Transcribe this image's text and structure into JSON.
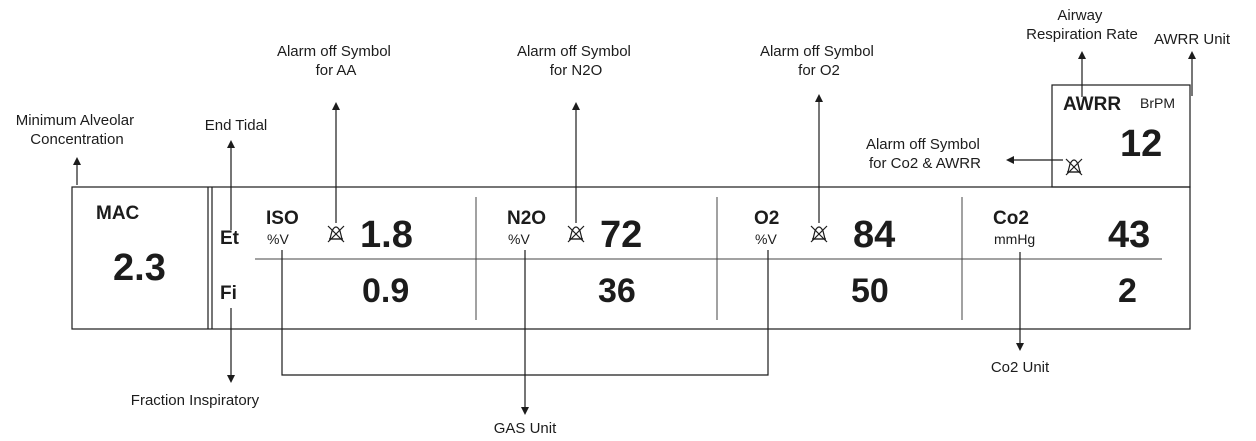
{
  "annotations": {
    "mac": [
      "Minimum Alveolar",
      "Concentration"
    ],
    "end_tidal": "End Tidal",
    "alarm_aa": [
      "Alarm off Symbol",
      "for AA"
    ],
    "alarm_n2o": [
      "Alarm off Symbol",
      "for N2O"
    ],
    "alarm_o2": [
      "Alarm off Symbol",
      "for O2"
    ],
    "airway_rate": [
      "Airway",
      "Respiration Rate"
    ],
    "awrr_unit": "AWRR Unit",
    "alarm_co2": [
      "Alarm off Symbol",
      "for Co2 & AWRR"
    ],
    "fraction_insp": "Fraction Inspiratory",
    "gas_unit": "GAS Unit",
    "co2_unit": "Co2 Unit"
  },
  "display": {
    "mac": {
      "label": "MAC",
      "value": "2.3"
    },
    "row_labels": {
      "et": "Et",
      "fi": "Fi"
    },
    "iso": {
      "name": "ISO",
      "unit": "%V",
      "et": "1.8",
      "fi": "0.9"
    },
    "n2o": {
      "name": "N2O",
      "unit": "%V",
      "et": "72",
      "fi": "36"
    },
    "o2": {
      "name": "O2",
      "unit": "%V",
      "et": "84",
      "fi": "50"
    },
    "co2": {
      "name": "Co2",
      "unit": "mmHg",
      "et": "43",
      "fi": "2"
    },
    "awrr": {
      "name": "AWRR",
      "unit": "BrPM",
      "value": "12"
    }
  },
  "alarm_icon": "alarm-off-icon"
}
